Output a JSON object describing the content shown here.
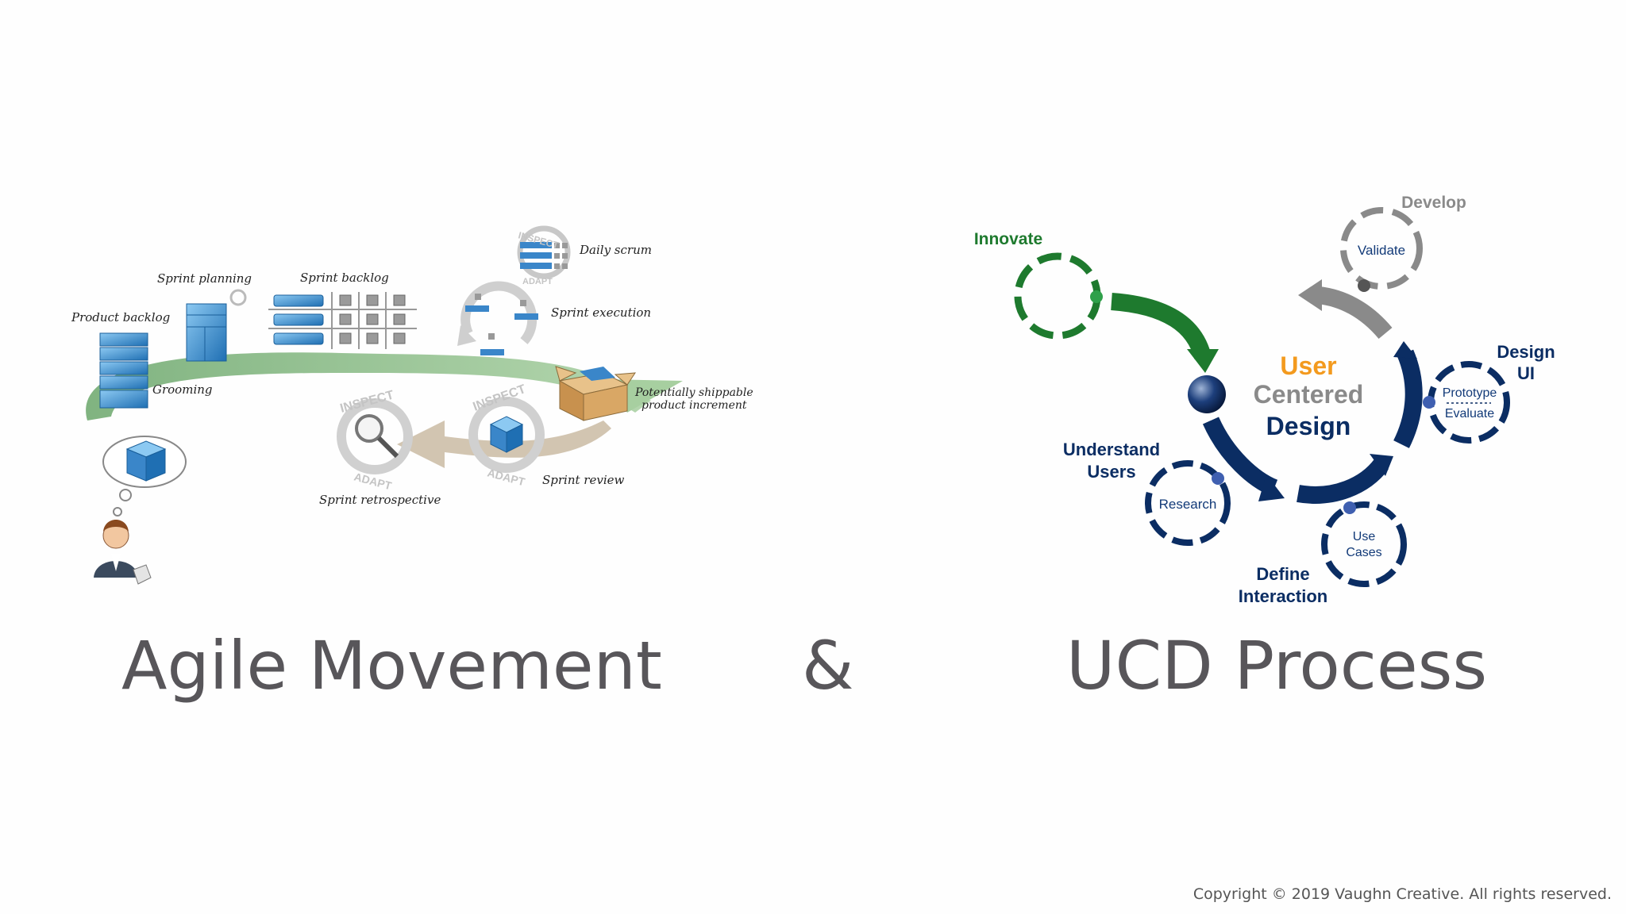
{
  "agile": {
    "labels": {
      "product_backlog": "Product backlog",
      "sprint_planning": "Sprint planning",
      "sprint_backlog": "Sprint backlog",
      "daily_scrum": "Daily scrum",
      "sprint_execution": "Sprint execution",
      "grooming": "Grooming",
      "shippable_line1": "Potentially shippable",
      "shippable_line2": "product increment",
      "sprint_review": "Sprint review",
      "sprint_retrospective": "Sprint retrospective",
      "inspect": "INSPECT",
      "adapt": "ADAPT"
    }
  },
  "ucd": {
    "center_line1": "User",
    "center_line2": "Centered",
    "center_line3": "Design",
    "innovate": "Innovate",
    "develop": "Develop",
    "validate": "Validate",
    "design_ui_line1": "Design",
    "design_ui_line2": "UI",
    "prototype": "Prototype",
    "evaluate": "Evaluate",
    "understand_line1": "Understand",
    "understand_line2": "Users",
    "research": "Research",
    "use_line1": "Use",
    "use_line2": "Cases",
    "define_line1": "Define",
    "define_line2": "Interaction"
  },
  "captions": {
    "left": "Agile Movement",
    "amp": "&",
    "right": "UCD Process"
  },
  "copyright": "Copyright © 2019 Vaughn Creative. All rights reserved.",
  "colors": {
    "ucd_navy": "#0b2d63",
    "ucd_green": "#1e7a2e",
    "ucd_orange": "#f39a1e",
    "ucd_grey": "#8a8a8a",
    "agile_green": "#7fb07a",
    "agile_blue": "#3a86c9"
  }
}
